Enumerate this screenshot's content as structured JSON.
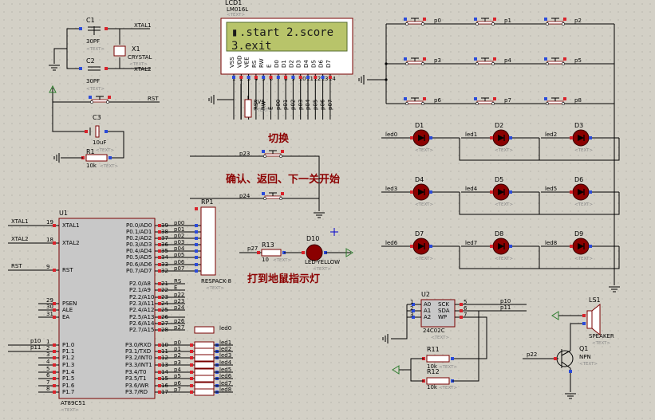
{
  "text_tag": "<TEXT>",
  "xtal": {
    "c1": {
      "ref": "C1",
      "val": "30PF"
    },
    "c2": {
      "ref": "C2",
      "val": "30PF"
    },
    "x1": {
      "ref": "X1",
      "val": "CRYSTAL"
    },
    "net1": "XTAL1",
    "net2": "XTAL2"
  },
  "reset": {
    "c3": {
      "ref": "C3",
      "val": "10uF"
    },
    "r1": {
      "ref": "R1",
      "val": "10k"
    },
    "net": "RST"
  },
  "lcd": {
    "ref": "LCD1",
    "model": "LM016L",
    "line1_cursor": "▮",
    "line1": ".start 2.score",
    "line2": "3.exit",
    "pins": [
      "VSS",
      "VDD",
      "VEE",
      "RS",
      "RW",
      "E",
      "D0",
      "D1",
      "D2",
      "D3",
      "D4",
      "D5",
      "D6",
      "D7"
    ],
    "pin_nums": [
      "1",
      "2",
      "3",
      "4",
      "5",
      "6",
      "7",
      "8",
      "9",
      "10",
      "11",
      "12",
      "13",
      "14"
    ],
    "nets": [
      "RS",
      "RW",
      "E",
      "p00",
      "p01",
      "p02",
      "p03",
      "p04",
      "p05",
      "p06",
      "p07"
    ]
  },
  "keys": {
    "row1": [
      "p0",
      "p1",
      "p2"
    ],
    "row2": [
      "p3",
      "p4",
      "p5"
    ],
    "row3": [
      "p6",
      "p7",
      "p8"
    ],
    "p23": "p23",
    "p24": "p24"
  },
  "leds": {
    "refs": [
      "D1",
      "D2",
      "D3",
      "D4",
      "D5",
      "D6",
      "D7",
      "D8",
      "D9"
    ],
    "nets": [
      "led0",
      "led1",
      "led2",
      "led3",
      "led4",
      "led5",
      "led6",
      "led7",
      "led8"
    ]
  },
  "annotations": {
    "switch": "切换",
    "confirm": "确认、返回、下一关开始",
    "mole": "打到地鼠指示灯"
  },
  "u1": {
    "ref": "U1",
    "model": "AT89C51",
    "left_pins": [
      {
        "num": "19",
        "name": "XTAL1",
        "net": "XTAL1"
      },
      {
        "num": "18",
        "name": "XTAL2",
        "net": "XTAL2"
      },
      {
        "num": "9",
        "name": "RST",
        "net": "RST"
      },
      {
        "num": "29",
        "name": "PSEN",
        "net": ""
      },
      {
        "num": "30",
        "name": "ALE",
        "net": ""
      },
      {
        "num": "31",
        "name": "EA",
        "net": ""
      },
      {
        "num": "1",
        "name": "P1.0",
        "net": "p10"
      },
      {
        "num": "2",
        "name": "P1.1",
        "net": "p11"
      },
      {
        "num": "3",
        "name": "P1.2",
        "net": ""
      },
      {
        "num": "4",
        "name": "P1.3",
        "net": ""
      },
      {
        "num": "5",
        "name": "P1.4",
        "net": ""
      },
      {
        "num": "6",
        "name": "P1.5",
        "net": ""
      },
      {
        "num": "7",
        "name": "P1.6",
        "net": ""
      },
      {
        "num": "8",
        "name": "P1.7",
        "net": ""
      }
    ],
    "p0_pins": [
      {
        "num": "39",
        "name": "P0.0/AD0",
        "net": "p00"
      },
      {
        "num": "38",
        "name": "P0.1/AD1",
        "net": "p01"
      },
      {
        "num": "37",
        "name": "P0.2/AD2",
        "net": "p02"
      },
      {
        "num": "36",
        "name": "P0.3/AD3",
        "net": "p03"
      },
      {
        "num": "35",
        "name": "P0.4/AD4",
        "net": "p04"
      },
      {
        "num": "34",
        "name": "P0.5/AD5",
        "net": "p05"
      },
      {
        "num": "33",
        "name": "P0.6/AD6",
        "net": "p06"
      },
      {
        "num": "32",
        "name": "P0.7/AD7",
        "net": "p07"
      }
    ],
    "p2_pins": [
      {
        "num": "21",
        "name": "P2.0/A8",
        "net": "RS"
      },
      {
        "num": "22",
        "name": "P2.1/A9",
        "net": "E"
      },
      {
        "num": "23",
        "name": "P2.2/A10",
        "net": "p22"
      },
      {
        "num": "24",
        "name": "P2.3/A11",
        "net": "p23"
      },
      {
        "num": "25",
        "name": "P2.4/A12",
        "net": "p24"
      },
      {
        "num": "26",
        "name": "P2.5/A13",
        "net": ""
      },
      {
        "num": "27",
        "name": "P2.6/A14",
        "net": "p26"
      },
      {
        "num": "28",
        "name": "P2.7/A15",
        "net": "p27"
      }
    ],
    "p3_pins": [
      {
        "num": "10",
        "name": "P3.0/RXD",
        "net": "p0"
      },
      {
        "num": "11",
        "name": "P3.1/TXD",
        "net": "p1"
      },
      {
        "num": "12",
        "name": "P3.2/INT0",
        "net": "p2"
      },
      {
        "num": "13",
        "name": "P3.3/INT1",
        "net": "p3"
      },
      {
        "num": "14",
        "name": "P3.4/T0",
        "net": "p4"
      },
      {
        "num": "15",
        "name": "P3.5/T1",
        "net": "p5"
      },
      {
        "num": "16",
        "name": "P3.6/WR",
        "net": "p6"
      },
      {
        "num": "17",
        "name": "P3.7/RD",
        "net": "p7"
      }
    ]
  },
  "rp1": {
    "ref": "RP1",
    "model": "RESPACK-8"
  },
  "res_nets": {
    "p2": [
      "led0"
    ],
    "p3": [
      "led1",
      "led2",
      "led3",
      "led4",
      "led5",
      "led6",
      "led7",
      "led8"
    ]
  },
  "d10": {
    "ref": "D10",
    "model": "LED-YELLOW",
    "r": {
      "ref": "R13",
      "val": "10"
    },
    "net": "p27"
  },
  "u2": {
    "ref": "U2",
    "model": "24C02C",
    "pins": [
      {
        "num": "1",
        "name": "A0"
      },
      {
        "num": "2",
        "name": "A1"
      },
      {
        "num": "3",
        "name": "A2"
      }
    ],
    "rpins": [
      {
        "num": "5",
        "name": "SCK",
        "net": "p10"
      },
      {
        "num": "6",
        "name": "SDA",
        "net": "p11"
      },
      {
        "num": "7",
        "name": "WP",
        "net": ""
      }
    ],
    "r11": {
      "ref": "R11",
      "val": "10k"
    },
    "r12": {
      "ref": "R12",
      "val": "10k"
    }
  },
  "sound": {
    "ls": {
      "ref": "LS1",
      "model": "SPEAKER"
    },
    "q": {
      "ref": "Q1",
      "model": "NPN"
    },
    "net": "p22"
  }
}
